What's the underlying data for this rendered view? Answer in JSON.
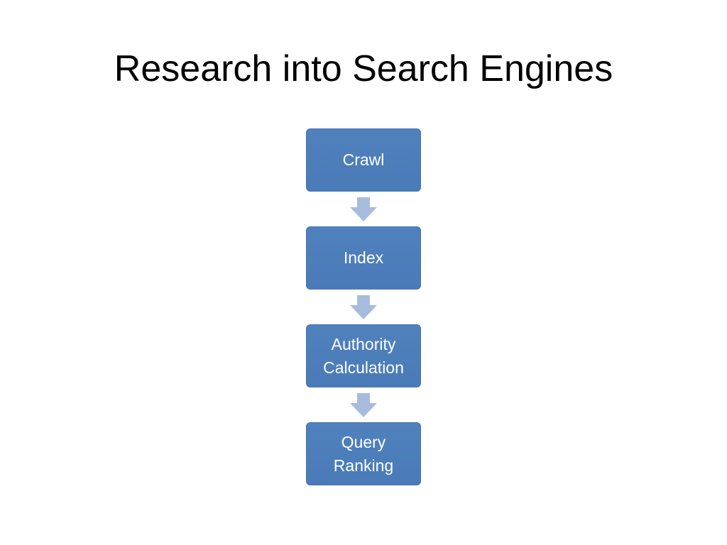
{
  "slide": {
    "title": "Research into Search Engines"
  },
  "flow": {
    "steps": [
      {
        "label": "Crawl"
      },
      {
        "label": "Index"
      },
      {
        "label": "Authority\nCalculation"
      },
      {
        "label": "Query\nRanking"
      }
    ],
    "colors": {
      "box": "#4f81bd",
      "arrow": "#a7bcdc"
    }
  }
}
